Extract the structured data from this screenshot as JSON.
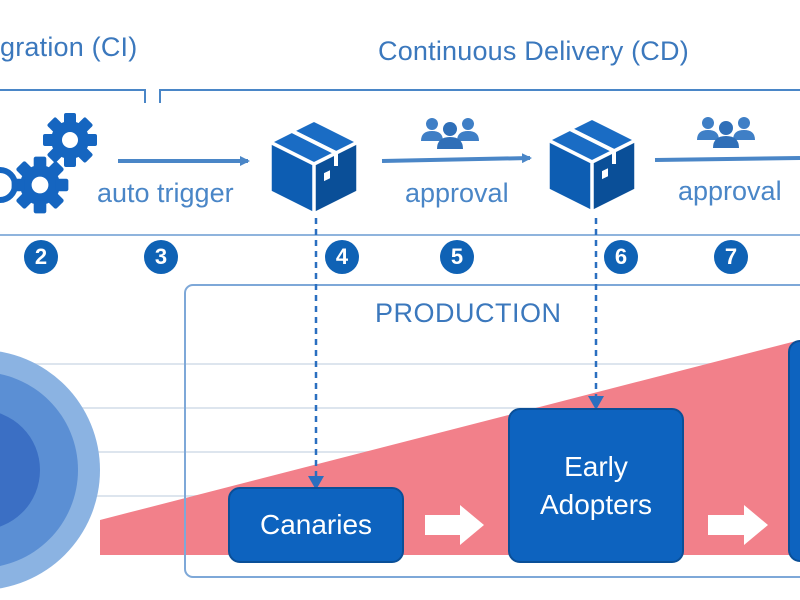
{
  "header": {
    "ci_title": "gration (CI)",
    "cd_title": "Continuous Delivery (CD)"
  },
  "flow": {
    "auto_trigger_label": "auto trigger",
    "approval_1_label": "approval",
    "approval_2_label": "approval"
  },
  "steps": [
    "2",
    "3",
    "4",
    "5",
    "6",
    "7"
  ],
  "production": {
    "title": "PRODUCTION",
    "stages": [
      "Canaries",
      "Early\nAdopters"
    ]
  },
  "colors": {
    "primary_blue": "#0f62b5",
    "label_blue": "#3b78bd",
    "line_blue": "#4a86c7",
    "rollout_red": "#f2808a",
    "grid_gray": "#dde5ee"
  },
  "icons": [
    "gears-icon",
    "package-box-icon",
    "people-group-icon",
    "arrow-right-icon"
  ]
}
